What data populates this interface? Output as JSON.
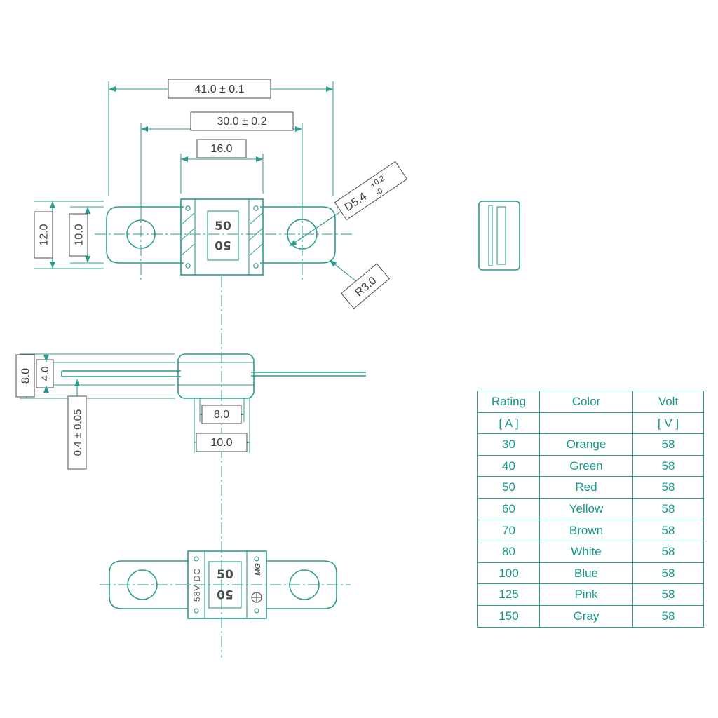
{
  "accent_color": "#2a9d8f",
  "drawing": {
    "top": {
      "dim_length": "41.0 ± 0.1",
      "dim_pitch": "30.0 ± 0.2",
      "dim_body": "16.0",
      "dim_height": "12.0",
      "dim_term": "10.0",
      "hole_dia": "D5.4",
      "hole_tol_plus": "+0.2",
      "hole_tol_minus": "-0",
      "radius": "R3.0",
      "mark_top": "50",
      "mark_bottom": "50"
    },
    "side": {
      "dim_h": "8.0",
      "dim_inner_h": "4.0",
      "dim_thick": "0.4 ± 0.05",
      "dim_inner_w": "8.0",
      "dim_outer_w": "10.0"
    },
    "front": {
      "voltage": "58V DC",
      "mark_top": "50",
      "mark_bottom": "50",
      "brand": "MG"
    }
  },
  "table": {
    "headers": {
      "rating": "Rating",
      "color": "Color",
      "volt": "Volt"
    },
    "units": {
      "rating": "[ A ]",
      "color": "",
      "volt": "[ V ]"
    },
    "rows": [
      {
        "rating": "30",
        "color": "Orange",
        "volt": "58"
      },
      {
        "rating": "40",
        "color": "Green",
        "volt": "58"
      },
      {
        "rating": "50",
        "color": "Red",
        "volt": "58"
      },
      {
        "rating": "60",
        "color": "Yellow",
        "volt": "58"
      },
      {
        "rating": "70",
        "color": "Brown",
        "volt": "58"
      },
      {
        "rating": "80",
        "color": "White",
        "volt": "58"
      },
      {
        "rating": "100",
        "color": "Blue",
        "volt": "58"
      },
      {
        "rating": "125",
        "color": "Pink",
        "volt": "58"
      },
      {
        "rating": "150",
        "color": "Gray",
        "volt": "58"
      }
    ]
  }
}
